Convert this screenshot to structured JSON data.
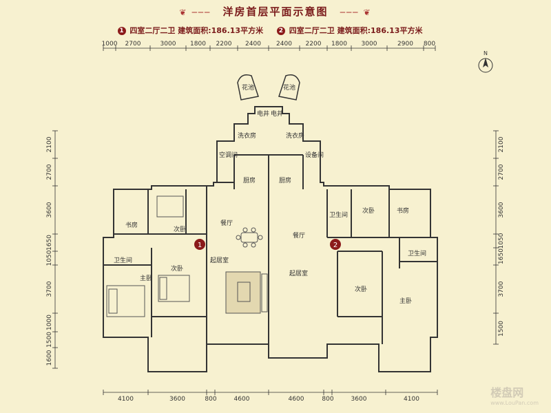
{
  "title": "洋房首层平面示意图",
  "legend": [
    {
      "num": "1",
      "rooms": "四室二厅二卫",
      "area_label": "建筑面积:",
      "area": "186.13",
      "unit": "平方米"
    },
    {
      "num": "2",
      "rooms": "四室二厅二卫",
      "area_label": "建筑面积:",
      "area": "186.13",
      "unit": "平方米"
    }
  ],
  "top_dims": [
    "1000",
    "2700",
    "3000",
    "1800",
    "2200",
    "2400",
    "2400",
    "2200",
    "1800",
    "3000",
    "2900",
    "800"
  ],
  "bottom_dims": [
    "4100",
    "3600",
    "800",
    "4600",
    "4600",
    "800",
    "3600",
    "4100"
  ],
  "left_dims": [
    "2100",
    "2700",
    "3600",
    "1650",
    "1050",
    "3700",
    "1000",
    "1500",
    "1600"
  ],
  "right_dims": [
    "2100",
    "2700",
    "3600",
    "1050",
    "1650",
    "3700",
    "1500"
  ],
  "rooms": {
    "huachi_l": "花池",
    "huachi_r": "花池",
    "dianti_l": "电井",
    "dianti_r": "电井",
    "kongtiao": "空调间",
    "xiyi_l": "洗衣房",
    "xiyi_r": "洗衣房",
    "shebei": "设备间",
    "chufang_l": "厨房",
    "chufang_r": "厨房",
    "canting_l": "餐厅",
    "canting_r": "餐厅",
    "qiju_l": "起居室",
    "qiju_r": "起居室",
    "ciwo_1": "次卧",
    "ciwo_2": "次卧",
    "ciwo_3": "次卧",
    "ciwo_4": "次卧",
    "shufang_l": "书房",
    "shufang_r": "书房",
    "weisheng_l": "卫生间",
    "weisheng_r": "卫生间",
    "weisheng_r2": "卫生间",
    "zhuwo_l": "主卧",
    "zhuwo_r": "主卧"
  },
  "markers": {
    "unit1": "1",
    "unit2": "2"
  },
  "compass": "N",
  "watermark": {
    "main": "楼盘网",
    "sub": "www.LouPan.com"
  },
  "colors": {
    "bg": "#f7f1d0",
    "wall": "#333333",
    "marker": "#8b1a1a",
    "title": "#7a1a1a"
  }
}
